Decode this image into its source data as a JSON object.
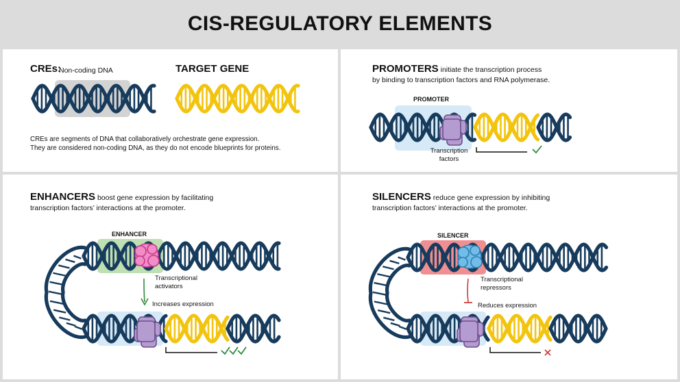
{
  "title": "CIS-REGULATORY ELEMENTS",
  "colors": {
    "dna_dark": "#173b5c",
    "dna_gold": "#f2c40f",
    "promoter_bg": "#d6e9f7",
    "enhancer_bg": "#bfe0b3",
    "silencer_bg": "#ef8f92",
    "cre_bg": "#d3d3d3",
    "tf_purple": "#b49bd0",
    "activator_pink": "#f28bc6",
    "repressor_blue": "#72bde7",
    "green_arrow": "#2e8b3e",
    "red_mark": "#d23a3a"
  },
  "cre_panel": {
    "cres_label": "CREs:",
    "non_coding_label": "Non-coding DNA",
    "target_label": "TARGET GENE",
    "desc_line1": "CREs are segments of DNA that collaboratively orchestrate gene expression.",
    "desc_line2": "They are considered non-coding DNA, as they do not encode blueprints for proteins."
  },
  "promoter_panel": {
    "heading": "PROMOTERS",
    "line1": "initiate the transcription process",
    "line2": "by binding to transcription factors and RNA polymerase.",
    "box_label": "PROMOTER",
    "tf_line1": "Transcription",
    "tf_line2": "factors"
  },
  "enhancer_panel": {
    "heading": "ENHANCERS",
    "line1": "boost gene expression by facilitating",
    "line2": "transcription factors’ interactions at the promoter.",
    "box_label": "ENHANCER",
    "act_line1": "Transcriptional",
    "act_line2": "activators",
    "effect": "Increases expression"
  },
  "silencer_panel": {
    "heading": "SILENCERS",
    "line1": "reduce gene expression by inhibiting",
    "line2": "transcription factors’ interactions at the promoter.",
    "box_label": "SILENCER",
    "rep_line1": "Transcriptional",
    "rep_line2": "repressors",
    "effect": "Reduces expression"
  }
}
